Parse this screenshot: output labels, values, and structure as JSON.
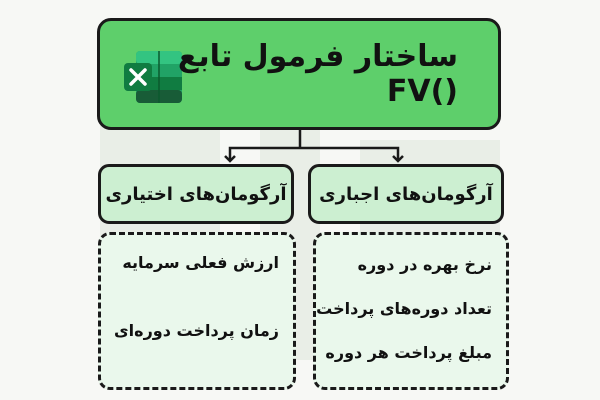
{
  "title": "ساختار فرمول تابع ()FV",
  "icons": {
    "app_icon": "excel-icon"
  },
  "colors": {
    "title_fill": "#5ecf6b",
    "category_fill": "#ccefd1",
    "list_fill": "#eaf8ec",
    "border": "#1a1a1a"
  },
  "categories": {
    "required": {
      "label": "آرگومان‌های اجباری",
      "items": [
        "نرخ بهره در دوره",
        "تعداد دوره‌های پرداخت",
        "مبلغ پرداخت هر دوره"
      ]
    },
    "optional": {
      "label": "آرگومان‌های اختیاری",
      "items": [
        "ارزش فعلی سرمایه",
        "زمان پرداخت دوره‌ای"
      ]
    }
  }
}
